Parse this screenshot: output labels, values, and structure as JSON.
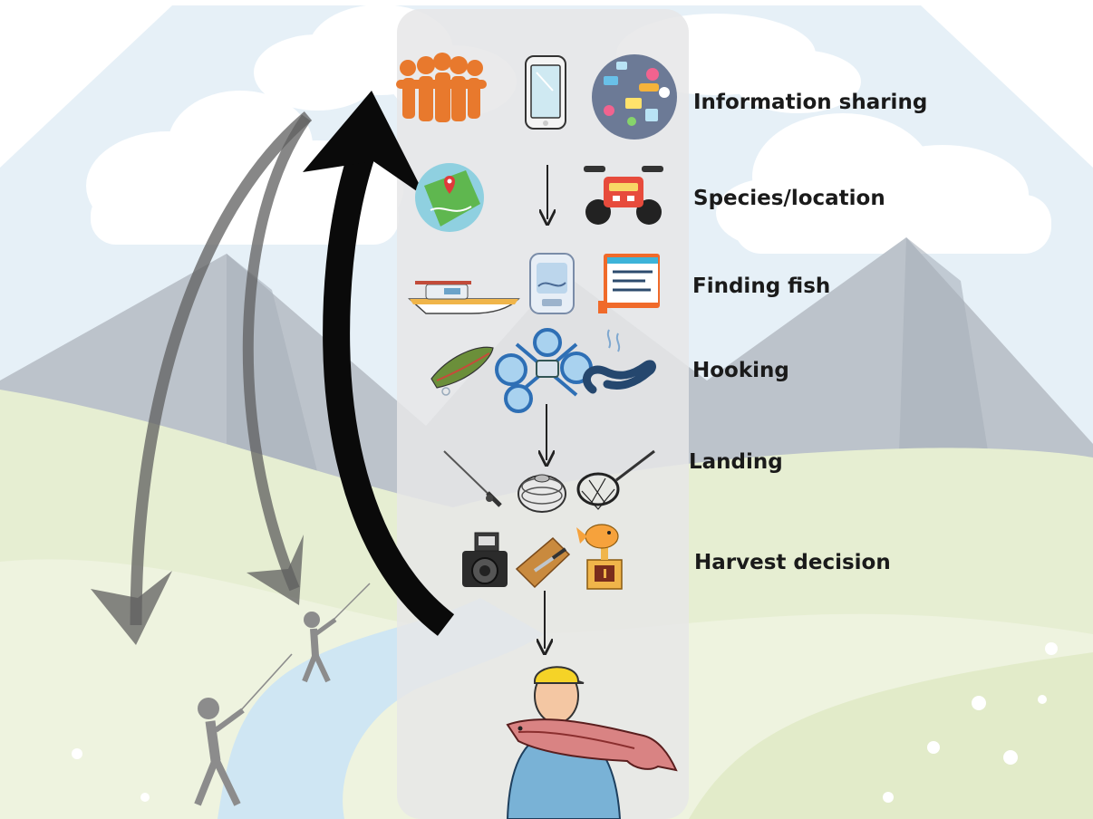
{
  "stages": [
    {
      "id": "information-sharing",
      "label": "Information sharing",
      "icons": [
        "group-of-people-icon",
        "smartphone-icon",
        "social-media-icon"
      ]
    },
    {
      "id": "species-location",
      "label": "Species/location",
      "icons": [
        "map-pin-icon",
        "atv-quad-icon"
      ]
    },
    {
      "id": "finding-fish",
      "label": "Finding fish",
      "icons": [
        "motorboat-icon",
        "fish-finder-sonar-icon",
        "website-icon"
      ]
    },
    {
      "id": "hooking",
      "label": "Hooking",
      "icons": [
        "fishing-lure-icon",
        "drone-icon",
        "soft-bait-worm-icon"
      ]
    },
    {
      "id": "landing",
      "label": "Landing",
      "icons": [
        "fishing-rod-icon",
        "fishing-line-spool-icon",
        "landing-net-icon"
      ]
    },
    {
      "id": "harvest-decision",
      "label": "Harvest decision",
      "icons": [
        "camera-icon",
        "cutting-board-knife-icon",
        "fish-trophy-icon"
      ]
    }
  ],
  "outcome_icon": "angler-holding-fish-icon",
  "feedback_icons": [
    "black-feedback-arrow-icon",
    "grey-curved-arrow-icon",
    "grey-curved-arrow-icon",
    "angler-silhouette-icon"
  ],
  "colors": {
    "sky": "#e6f0f7",
    "mountain": "#bcc3cb",
    "hill": "#e6eed2",
    "river": "#cfe6f3",
    "panel": "#e9e9ea",
    "people_orange": "#e8792d",
    "feedback_black": "#0a0a0a",
    "feedback_grey": "#6b6b6b"
  }
}
